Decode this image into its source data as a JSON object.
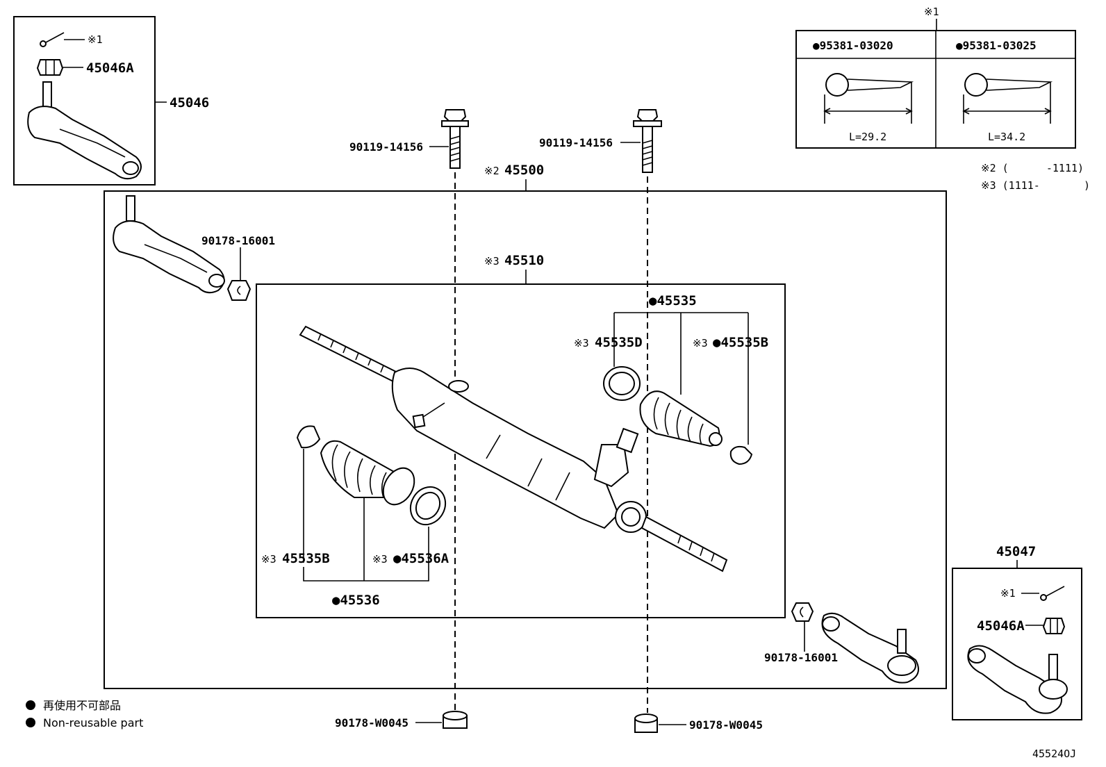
{
  "diagram": {
    "figure_code": "45524OJ",
    "labels": {
      "tie_rod_end_lh": "45046",
      "nut_lh": "45046A",
      "cotter_lh": "※1",
      "tie_rod_end_rh": "45047",
      "nut_rh": "45046A",
      "cotter_rh": "※1",
      "bolt_left": "90119-14156",
      "bolt_right": "90119-14156",
      "nut_left_bottom": "90178-W0045",
      "nut_right_bottom": "90178-W0045",
      "nut_tie_left": "90178-16001",
      "nut_tie_right": "90178-16001",
      "gear_assy_prefix": "※2",
      "gear_assy": "45500",
      "rack_assy_prefix": "※3",
      "rack_assy": "45510",
      "boot_kit_right": "●45535",
      "clamp_right_prefix": "※3",
      "clamp_right": "45535D",
      "clip_right_prefix": "※3",
      "clip_right": "●45535B",
      "clip_left_prefix": "※3",
      "clip_left": "45535B",
      "clamp_left_prefix": "※3",
      "clamp_left": "●45536A",
      "boot_left": "●45536"
    },
    "pin_table": {
      "header": "※1",
      "col1_part": "●95381-03020",
      "col1_len": "L=29.2",
      "col2_part": "●95381-03025",
      "col2_len": "L=34.2"
    },
    "notes": {
      "note2": "※2 (      -1111)",
      "note3": "※3 (1111-       )"
    },
    "legend": {
      "line1": "再使用不可部品",
      "line2": "Non-reusable part"
    }
  }
}
